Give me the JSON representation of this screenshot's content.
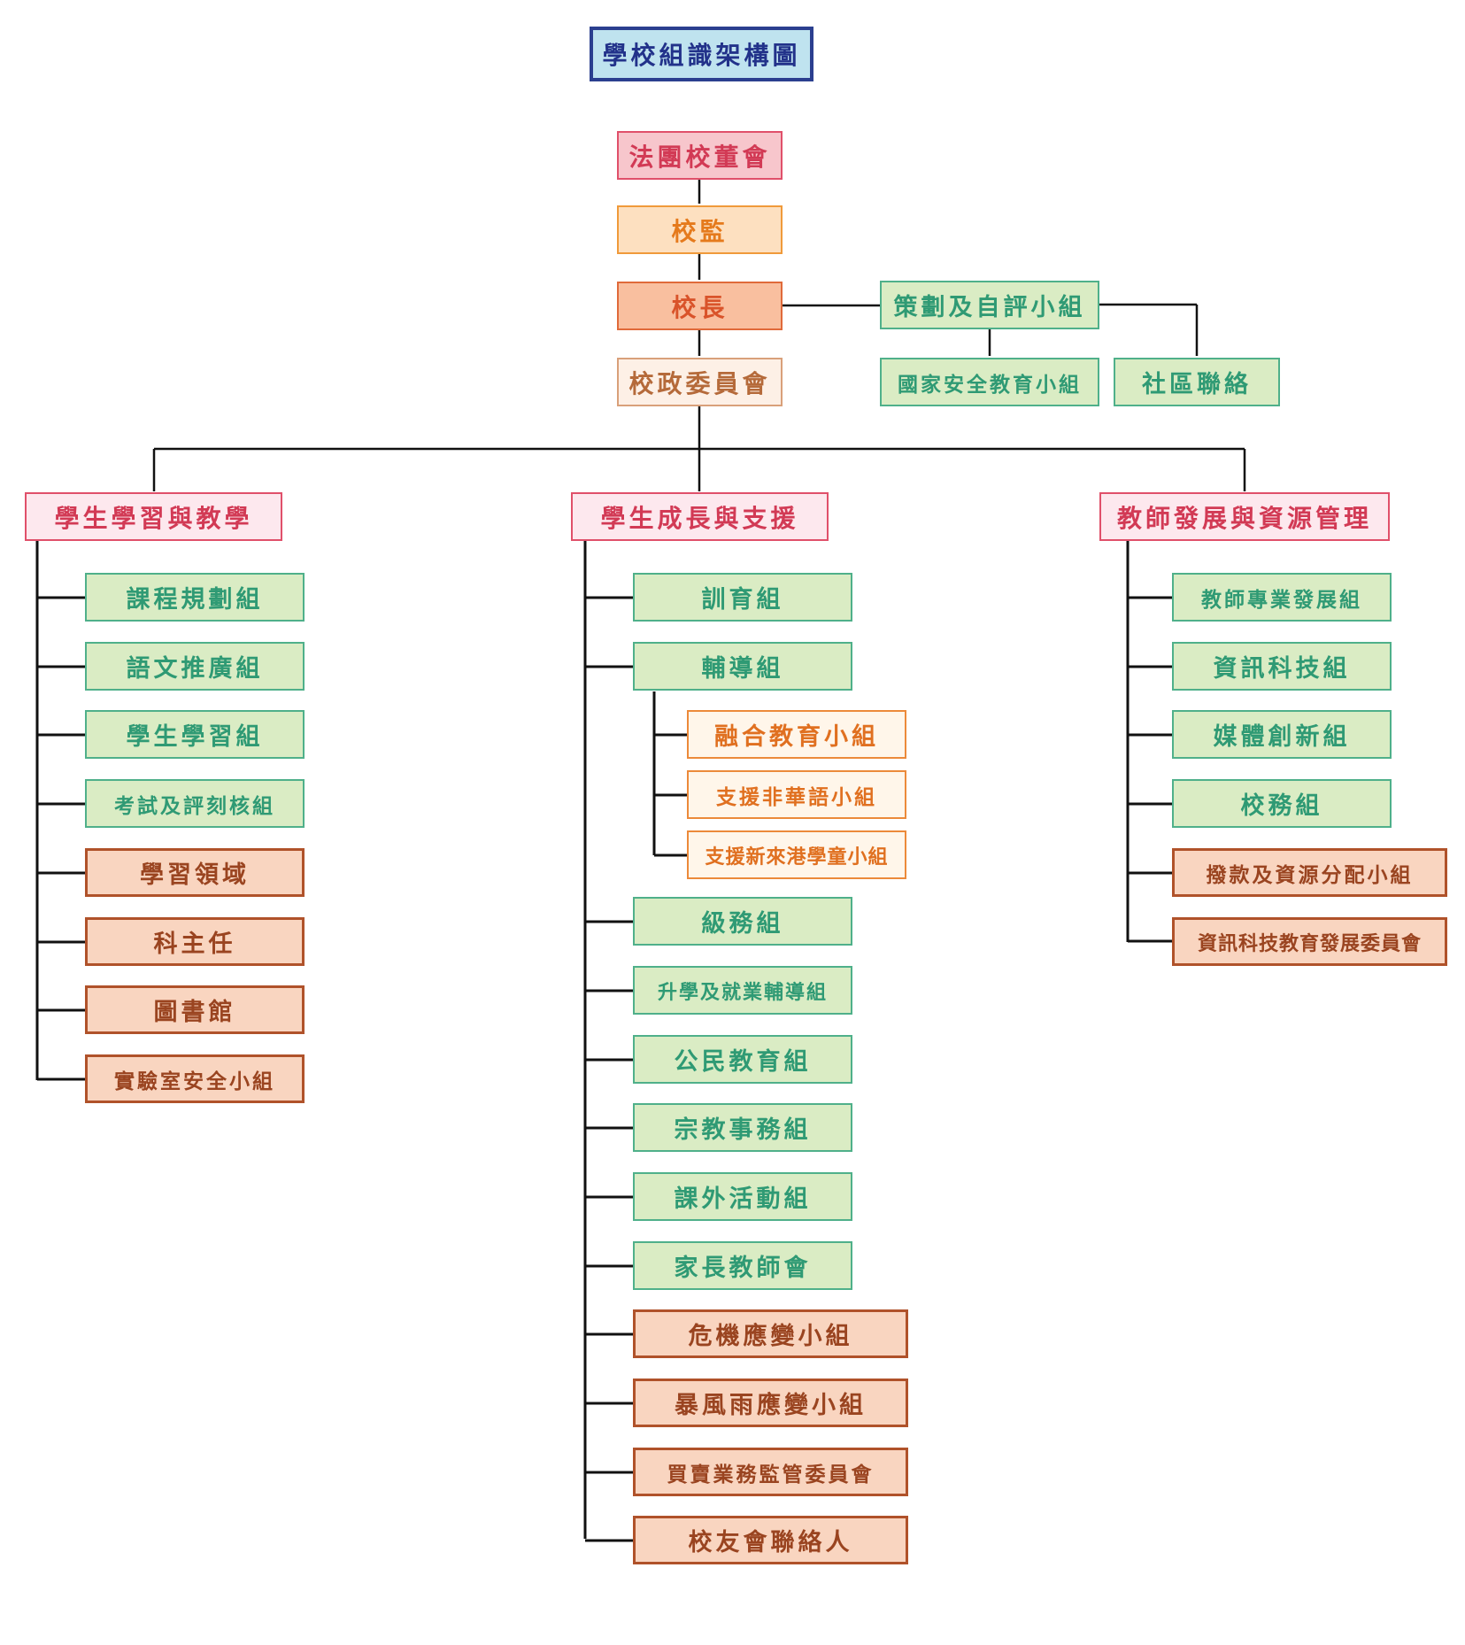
{
  "title": "學校組識架構圖",
  "top": {
    "board": "法團校董會",
    "supervisor": "校監",
    "principal": "校長",
    "council": "校政委員會",
    "planning": "策劃及自評小組",
    "national_security": "國家安全教育小組",
    "community": "社區聯絡"
  },
  "branches": {
    "learning": {
      "title": "學生學習與教學",
      "items": [
        "課程規劃組",
        "語文推廣組",
        "學生學習組",
        "考試及評刻核組",
        "學習領域",
        "科主任",
        "圖書館",
        "實驗室安全小組"
      ]
    },
    "growth": {
      "title": "學生成長與支援",
      "items": [
        "訓育組",
        "輔導組",
        "級務組",
        "升學及就業輔導組",
        "公民教育組",
        "宗教事務組",
        "課外活動組",
        "家長教師會",
        "危機應變小組",
        "暴風雨應變小組",
        "買賣業務監管委員會",
        "校友會聯絡人"
      ],
      "counseling_sub": [
        "融合教育小組",
        "支援非華語小組",
        "支援新來港學童小組"
      ]
    },
    "teacher": {
      "title": "教師發展與資源管理",
      "items": [
        "教師專業發展組",
        "資訊科技組",
        "媒體創新組",
        "校務組",
        "撥款及資源分配小組",
        "資訊科技教育發展委員會"
      ]
    }
  }
}
